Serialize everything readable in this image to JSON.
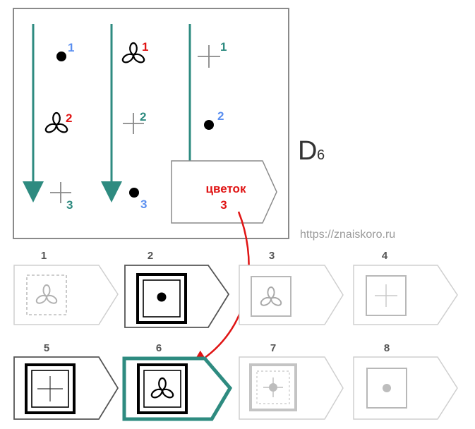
{
  "puzzle": {
    "id_main": "D",
    "id_sub": "6",
    "source_url": "https://znaiskoro.ru"
  },
  "matrix": {
    "columns": [
      {
        "cells": [
          {
            "icon": "dot",
            "number": "1",
            "number_color": "#5b8ff0"
          },
          {
            "icon": "trefoil",
            "number": "2",
            "number_color": "#e01414"
          },
          {
            "icon": "plus",
            "number": "3",
            "number_color": "#2e8b80"
          }
        ]
      },
      {
        "cells": [
          {
            "icon": "trefoil",
            "number": "1",
            "number_color": "#e01414"
          },
          {
            "icon": "plus",
            "number": "2",
            "number_color": "#2e8b80"
          },
          {
            "icon": "dot",
            "number": "3",
            "number_color": "#5b8ff0"
          }
        ]
      },
      {
        "cells": [
          {
            "icon": "plus",
            "number": "1",
            "number_color": "#2e8b80"
          },
          {
            "icon": "dot",
            "number": "2",
            "number_color": "#5b8ff0"
          }
        ]
      }
    ],
    "missing_cell": {
      "word": "цветок",
      "number": "3",
      "color": "#e01414"
    }
  },
  "options": [
    {
      "label": "1",
      "icon": "trefoil",
      "frame": "dashed-gray",
      "answer": false
    },
    {
      "label": "2",
      "icon": "dot",
      "frame": "double-black",
      "answer": false
    },
    {
      "label": "3",
      "icon": "trefoil",
      "frame": "single-gray",
      "answer": false
    },
    {
      "label": "4",
      "icon": "plus",
      "frame": "single-gray",
      "answer": false
    },
    {
      "label": "5",
      "icon": "plus",
      "frame": "double-black",
      "answer": false
    },
    {
      "label": "6",
      "icon": "trefoil",
      "frame": "double-black",
      "answer": true
    },
    {
      "label": "7",
      "icon": "dot-cross",
      "frame": "thick-gray-dashed-inner",
      "answer": false
    },
    {
      "label": "8",
      "icon": "dot-gray",
      "frame": "single-gray",
      "answer": false
    }
  ],
  "colors": {
    "teal": "#2e8b80",
    "red": "#e01414",
    "blue": "#5b8ff0",
    "gray_border": "#8a8a8a",
    "light_border": "#cfcfcf"
  }
}
